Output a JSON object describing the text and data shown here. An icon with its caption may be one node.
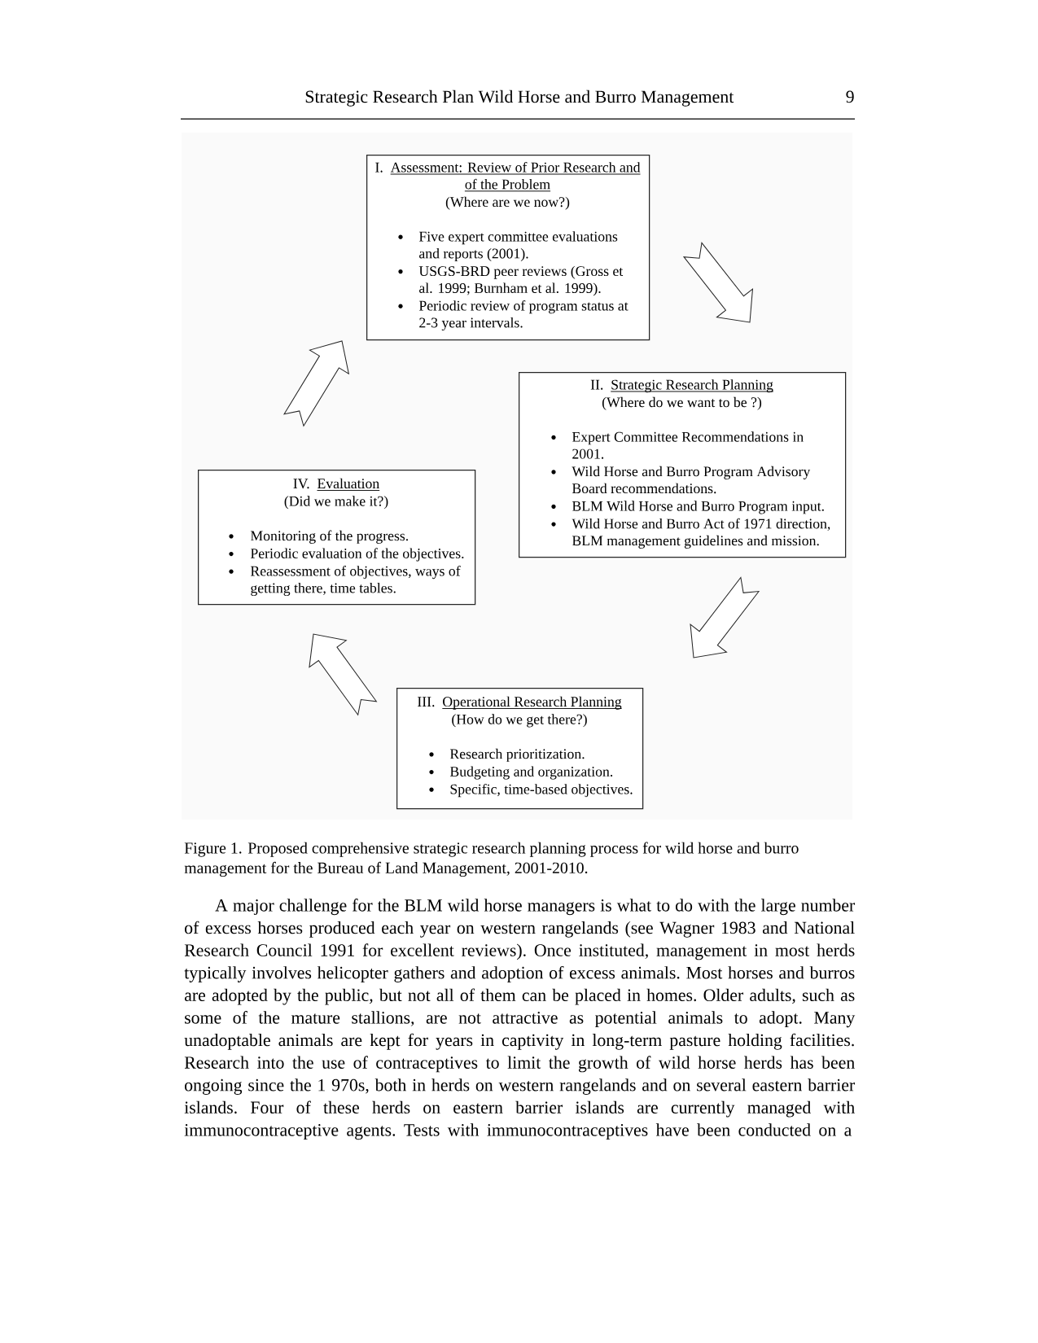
{
  "diagram": {
    "caption": "Figure 1. Proposed comprehensive strategic research planning process for wild horse and burro management for the Bureau of Land Management, 2001-2010.",
    "nodes": [
      {
        "text": [
          "I.",
          "Assessment: Review of Prior Research and of the Problem",
          "(Where are we now?)",
          "Five expert committee evaluations and reports (2001).",
          "USGS-BRD peer reviews (Gross et al. 1999; Burnham et al. 1999).",
          "Periodic review of program status at 2-3 year intervals."
        ]
      },
      {
        "text": [
          "II.",
          "Strategic Research Planning",
          "(Where do we want to be ?)",
          "Expert Committee Recommendations in 2001.",
          "Wild Horse and Burro Program Advisory Board recommendations.",
          "BLM Wild Horse and Burro Program input.",
          "Wild Horse and Burro Act of 1971 direction, BLM management guidelines and mission."
        ]
      },
      {
        "text": [
          "IV.",
          "Evaluation",
          "(Did we make it?)",
          "Monitoring of the progress.",
          "Periodic evaluation of the objectives.",
          "Reassessment of objectives, ways of getting there, time tables."
        ]
      },
      {
        "text": [
          "III.",
          "Operational Research Planning",
          "(How do we get there?)",
          "Research prioritization.",
          "Budgeting and organization.",
          "Specific, time-based objectives."
        ]
      }
    ],
    "edges": [
      {
        "from": 0,
        "to": 1,
        "arrow": "to"
      },
      {
        "from": 1,
        "to": 3,
        "arrow": "to"
      },
      {
        "from": 3,
        "to": 2,
        "arrow": "to"
      },
      {
        "from": 2,
        "to": 0,
        "arrow": "to"
      }
    ],
    "labels": [
      "Strategic Research Plan Wild Horse and Burro Management",
      "9",
      "A major challenge for the BLM wild horse managers is what to do with the large number of excess horses produced each year on western rangelands (see Wagner 1983 and National Research Council 1991 for excellent reviews). Once instituted, management in most herds typically involves helicopter gathers and adoption of excess animals. Most horses and burros are adopted by the public, but not all of them can be placed in homes. Older adults, such as some of the mature stallions, are not attractive as potential animals to adopt. Many unadoptable animals are kept for years in captivity in long-term pasture holding facilities. Research into the use of contraceptives to limit the growth of wild horse herds has been ongoing since the 1 970s, both in herds on western rangelands and on several eastern barrier islands. Four of these herds on eastern barrier islands are currently managed with immunocontraceptive agents. Tests with immunocontraceptives have been conducted on a"
    ]
  }
}
